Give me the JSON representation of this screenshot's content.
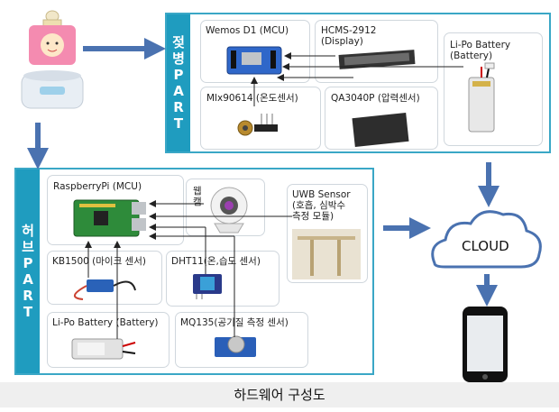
{
  "bottle_part": {
    "band_label": "젖병PART",
    "cards": {
      "mcu": "Wemos D1 (MCU)",
      "display": "HCMS-2912\n(Display)",
      "battery": "Li-Po Battery\n(Battery)",
      "temp_sensor": "Mlx90614 (온도센서)",
      "pressure_sensor": "QA3040P (압력센서)"
    }
  },
  "hub_part": {
    "band_label": "허브PART",
    "cards": {
      "mcu": "RaspberryPi (MCU)",
      "webcam": "웹\n캠",
      "uwb": "UWB Sensor\n(호흡, 심박수\n측정 모듈)",
      "mic": "KB1500 (마이크 센서)",
      "dht": "DHT11(온,습도 센서)",
      "battery": "Li-Po Battery (Battery)",
      "air": "MQ135(공기질 측정 센서)"
    }
  },
  "cloud_label": "CLOUD",
  "caption": "하드웨어 구성도",
  "colors": {
    "panel_border": "#3aa7c6",
    "band": "#1f9cbf",
    "arrow": "#4a72b0"
  }
}
